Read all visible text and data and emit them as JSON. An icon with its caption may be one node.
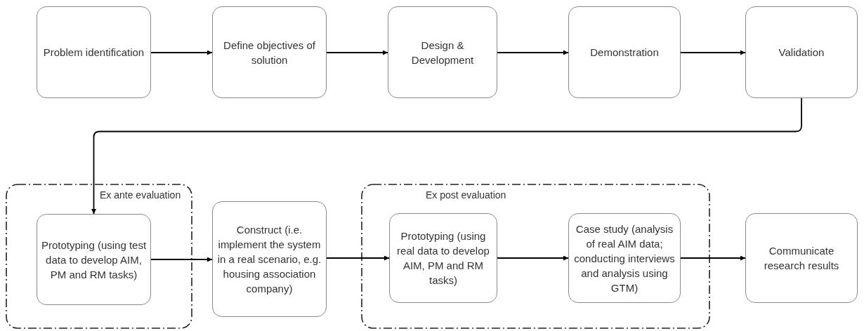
{
  "diagram": {
    "nodes": [
      {
        "text": [
          "Problem identification"
        ]
      },
      {
        "text": [
          "Define objectives of solution"
        ]
      },
      {
        "text": [
          "Design & Development"
        ]
      },
      {
        "text": [
          "Demonstration"
        ]
      },
      {
        "text": [
          "Validation"
        ]
      },
      {
        "text": [
          "Ex ante evaluation"
        ]
      },
      {
        "text": [
          "Prototyping (using test data to develop AIM, PM and RM tasks)"
        ],
        "in": 5
      },
      {
        "text": [
          "Construct (i.e. implement the system in a real scenario, e.g. housing association company)"
        ]
      },
      {
        "text": [
          "Ex post evaluation"
        ]
      },
      {
        "text": [
          "Prototyping (using real data to develop AIM, PM and RM tasks)"
        ],
        "in": 8
      },
      {
        "text": [
          "Case study (analysis of real AIM data; conducting interviews and analysis using GTM)"
        ],
        "in": 8
      },
      {
        "text": [
          "Communicate research results"
        ]
      }
    ],
    "edges": [
      {
        "from": 0,
        "to": 1,
        "arrow": "to"
      },
      {
        "from": 1,
        "to": 2,
        "arrow": "to"
      },
      {
        "from": 2,
        "to": 3,
        "arrow": "to"
      },
      {
        "from": 3,
        "to": 4,
        "arrow": "to"
      },
      {
        "from": 4,
        "to": 6,
        "arrow": "to"
      },
      {
        "from": 6,
        "to": 7,
        "arrow": "to"
      },
      {
        "from": 7,
        "to": 9,
        "arrow": "to"
      },
      {
        "from": 9,
        "to": 10,
        "arrow": "to"
      },
      {
        "from": 10,
        "to": 11,
        "arrow": "to"
      }
    ]
  }
}
